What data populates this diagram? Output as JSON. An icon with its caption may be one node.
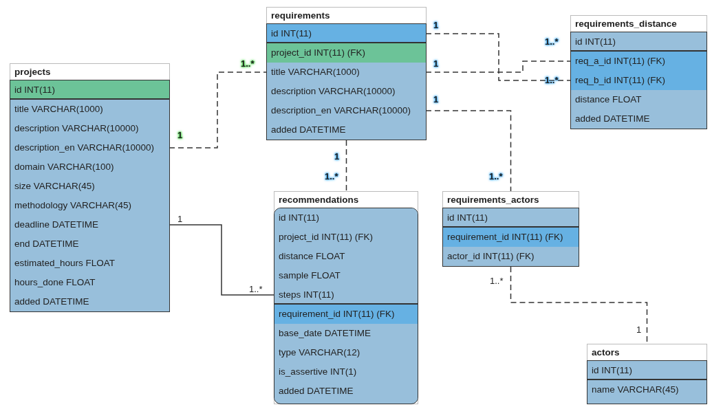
{
  "diagram": {
    "nodes": [
      {
        "text": [
          "projects"
        ]
      },
      {
        "text": [
          "id INT(11)"
        ],
        "in": 0
      },
      {
        "text": [
          "title VARCHAR(1000)"
        ],
        "in": 0
      },
      {
        "text": [
          "description VARCHAR(10000)"
        ],
        "in": 0
      },
      {
        "text": [
          "description_en VARCHAR(10000)"
        ],
        "in": 0
      },
      {
        "text": [
          "domain VARCHAR(100)"
        ],
        "in": 0
      },
      {
        "text": [
          "size VARCHAR(45)"
        ],
        "in": 0
      },
      {
        "text": [
          "methodology VARCHAR(45)"
        ],
        "in": 0
      },
      {
        "text": [
          "deadline DATETIME"
        ],
        "in": 0
      },
      {
        "text": [
          "end DATETIME"
        ],
        "in": 0
      },
      {
        "text": [
          "estimated_hours FLOAT"
        ],
        "in": 0
      },
      {
        "text": [
          "hours_done FLOAT"
        ],
        "in": 0
      },
      {
        "text": [
          "added DATETIME"
        ],
        "in": 0
      },
      {
        "text": [
          "requirements"
        ]
      },
      {
        "text": [
          "id INT(11)"
        ],
        "in": 13
      },
      {
        "text": [
          "project_id INT(11) (FK)"
        ],
        "in": 13
      },
      {
        "text": [
          "title VARCHAR(1000)"
        ],
        "in": 13
      },
      {
        "text": [
          "description VARCHAR(10000)"
        ],
        "in": 13
      },
      {
        "text": [
          "description_en VARCHAR(10000)"
        ],
        "in": 13
      },
      {
        "text": [
          "added DATETIME"
        ],
        "in": 13
      },
      {
        "text": [
          "requirements_distance"
        ]
      },
      {
        "text": [
          "id INT(11)"
        ],
        "in": 20
      },
      {
        "text": [
          "req_a_id INT(11) (FK)"
        ],
        "in": 20
      },
      {
        "text": [
          "req_b_id INT(11) (FK)"
        ],
        "in": 20
      },
      {
        "text": [
          "distance FLOAT"
        ],
        "in": 20
      },
      {
        "text": [
          "added DATETIME"
        ],
        "in": 20
      },
      {
        "text": [
          "recommendations"
        ]
      },
      {
        "text": [
          "id INT(11)"
        ],
        "in": 26
      },
      {
        "text": [
          "project_id INT(11) (FK)"
        ],
        "in": 26
      },
      {
        "text": [
          "distance FLOAT"
        ],
        "in": 26
      },
      {
        "text": [
          "sample FLOAT"
        ],
        "in": 26
      },
      {
        "text": [
          "steps INT(11)"
        ],
        "in": 26
      },
      {
        "text": [
          "requirement_id INT(11) (FK)"
        ],
        "in": 26
      },
      {
        "text": [
          "base_date DATETIME"
        ],
        "in": 26
      },
      {
        "text": [
          "type VARCHAR(12)"
        ],
        "in": 26
      },
      {
        "text": [
          "is_assertive INT(1)"
        ],
        "in": 26
      },
      {
        "text": [
          "added DATETIME"
        ],
        "in": 26
      },
      {
        "text": [
          "requirements_actors"
        ]
      },
      {
        "text": [
          "id INT(11)"
        ],
        "in": 37
      },
      {
        "text": [
          "requirement_id INT(11) (FK)"
        ],
        "in": 37
      },
      {
        "text": [
          "actor_id INT(11) (FK)"
        ],
        "in": 37
      },
      {
        "text": [
          "actors"
        ]
      },
      {
        "text": [
          "id INT(11)"
        ],
        "in": 41
      },
      {
        "text": [
          "name VARCHAR(45)"
        ],
        "in": 41
      }
    ],
    "edges": [
      {
        "from": 4,
        "to": 16,
        "arrow": "none",
        "style": "dashed"
      },
      {
        "from": 14,
        "to": 23,
        "arrow": "none",
        "style": "dashed"
      },
      {
        "from": 16,
        "to": 22,
        "arrow": "none",
        "style": "dashed"
      },
      {
        "from": 18,
        "to": 37,
        "arrow": "none",
        "style": "dashed"
      },
      {
        "from": 13,
        "to": 26,
        "arrow": "none",
        "style": "dashed"
      },
      {
        "from": 8,
        "to": 31,
        "arrow": "none"
      },
      {
        "from": 37,
        "to": 41,
        "arrow": "none",
        "style": "dashed"
      }
    ],
    "labels": [
      "1",
      "1..*",
      "1..*",
      "1",
      "1..*",
      "1",
      "1",
      "1",
      "1..*",
      "1..*",
      "1",
      "1..*",
      "1..*",
      "1"
    ]
  }
}
